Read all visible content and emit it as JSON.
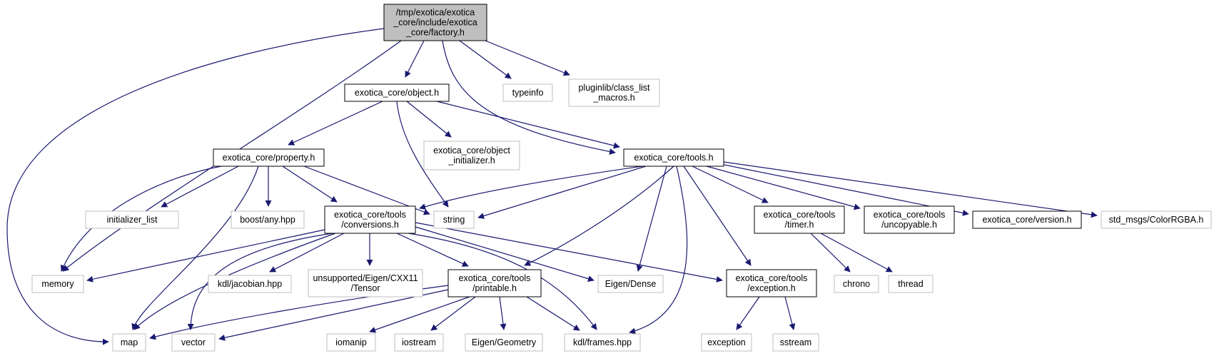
{
  "graph": {
    "colors": {
      "edge": "#191970",
      "root_fill": "#bfbfbf",
      "documented_border": "#000000",
      "external_border": "#bfbfbf",
      "background": "#ffffff"
    },
    "nodes": [
      {
        "id": "factory",
        "lines": [
          "/tmp/exotica/exotica",
          "_core/include/exotica",
          "_core/factory.h"
        ],
        "kind": "root"
      },
      {
        "id": "object",
        "lines": [
          "exotica_core/object.h"
        ],
        "kind": "documented"
      },
      {
        "id": "typeinfo",
        "lines": [
          "typeinfo"
        ],
        "kind": "external"
      },
      {
        "id": "pluginlib",
        "lines": [
          "pluginlib/class_list",
          "_macros.h"
        ],
        "kind": "external"
      },
      {
        "id": "property",
        "lines": [
          "exotica_core/property.h"
        ],
        "kind": "documented"
      },
      {
        "id": "object_init",
        "lines": [
          "exotica_core/object",
          "_initializer.h"
        ],
        "kind": "external"
      },
      {
        "id": "tools",
        "lines": [
          "exotica_core/tools.h"
        ],
        "kind": "documented"
      },
      {
        "id": "initializer_list",
        "lines": [
          "initializer_list"
        ],
        "kind": "external"
      },
      {
        "id": "boost_any",
        "lines": [
          "boost/any.hpp"
        ],
        "kind": "external"
      },
      {
        "id": "conversions",
        "lines": [
          "exotica_core/tools",
          "/conversions.h"
        ],
        "kind": "documented"
      },
      {
        "id": "string",
        "lines": [
          "string"
        ],
        "kind": "external"
      },
      {
        "id": "timer",
        "lines": [
          "exotica_core/tools",
          "/timer.h"
        ],
        "kind": "documented"
      },
      {
        "id": "uncopyable",
        "lines": [
          "exotica_core/tools",
          "/uncopyable.h"
        ],
        "kind": "documented"
      },
      {
        "id": "version",
        "lines": [
          "exotica_core/version.h"
        ],
        "kind": "documented"
      },
      {
        "id": "colorrgba",
        "lines": [
          "std_msgs/ColorRGBA.h"
        ],
        "kind": "external"
      },
      {
        "id": "memory",
        "lines": [
          "memory"
        ],
        "kind": "external"
      },
      {
        "id": "kdl_jacobian",
        "lines": [
          "kdl/jacobian.hpp"
        ],
        "kind": "external"
      },
      {
        "id": "eigen_tensor",
        "lines": [
          "unsupported/Eigen/CXX11",
          "/Tensor"
        ],
        "kind": "external"
      },
      {
        "id": "printable",
        "lines": [
          "exotica_core/tools",
          "/printable.h"
        ],
        "kind": "documented"
      },
      {
        "id": "eigen_dense",
        "lines": [
          "Eigen/Dense"
        ],
        "kind": "external"
      },
      {
        "id": "exception_h",
        "lines": [
          "exotica_core/tools",
          "/exception.h"
        ],
        "kind": "documented"
      },
      {
        "id": "chrono",
        "lines": [
          "chrono"
        ],
        "kind": "external"
      },
      {
        "id": "thread",
        "lines": [
          "thread"
        ],
        "kind": "external"
      },
      {
        "id": "map",
        "lines": [
          "map"
        ],
        "kind": "external"
      },
      {
        "id": "vector",
        "lines": [
          "vector"
        ],
        "kind": "external"
      },
      {
        "id": "iomanip",
        "lines": [
          "iomanip"
        ],
        "kind": "external"
      },
      {
        "id": "iostream",
        "lines": [
          "iostream"
        ],
        "kind": "external"
      },
      {
        "id": "eigen_geometry",
        "lines": [
          "Eigen/Geometry"
        ],
        "kind": "external"
      },
      {
        "id": "kdl_frames",
        "lines": [
          "kdl/frames.hpp"
        ],
        "kind": "external"
      },
      {
        "id": "exception",
        "lines": [
          "exception"
        ],
        "kind": "external"
      },
      {
        "id": "sstream",
        "lines": [
          "sstream"
        ],
        "kind": "external"
      }
    ],
    "edges": [
      [
        "factory",
        "object"
      ],
      [
        "factory",
        "typeinfo"
      ],
      [
        "factory",
        "pluginlib"
      ],
      [
        "factory",
        "tools"
      ],
      [
        "factory",
        "memory"
      ],
      [
        "factory",
        "map"
      ],
      [
        "object",
        "property"
      ],
      [
        "object",
        "object_init"
      ],
      [
        "object",
        "tools"
      ],
      [
        "object",
        "string"
      ],
      [
        "property",
        "initializer_list"
      ],
      [
        "property",
        "boost_any"
      ],
      [
        "property",
        "conversions"
      ],
      [
        "property",
        "string"
      ],
      [
        "property",
        "memory"
      ],
      [
        "property",
        "map"
      ],
      [
        "tools",
        "conversions"
      ],
      [
        "tools",
        "string"
      ],
      [
        "tools",
        "timer"
      ],
      [
        "tools",
        "uncopyable"
      ],
      [
        "tools",
        "version"
      ],
      [
        "tools",
        "colorrgba"
      ],
      [
        "tools",
        "printable"
      ],
      [
        "tools",
        "eigen_dense"
      ],
      [
        "tools",
        "exception_h"
      ],
      [
        "tools",
        "kdl_frames"
      ],
      [
        "conversions",
        "memory"
      ],
      [
        "conversions",
        "map"
      ],
      [
        "conversions",
        "vector"
      ],
      [
        "conversions",
        "kdl_jacobian"
      ],
      [
        "conversions",
        "eigen_tensor"
      ],
      [
        "conversions",
        "printable"
      ],
      [
        "conversions",
        "eigen_dense"
      ],
      [
        "conversions",
        "exception_h"
      ],
      [
        "conversions",
        "kdl_frames"
      ],
      [
        "printable",
        "map"
      ],
      [
        "printable",
        "vector"
      ],
      [
        "printable",
        "iomanip"
      ],
      [
        "printable",
        "iostream"
      ],
      [
        "printable",
        "eigen_geometry"
      ],
      [
        "printable",
        "kdl_frames"
      ],
      [
        "exception_h",
        "exception"
      ],
      [
        "exception_h",
        "sstream"
      ],
      [
        "timer",
        "chrono"
      ],
      [
        "timer",
        "thread"
      ]
    ]
  }
}
